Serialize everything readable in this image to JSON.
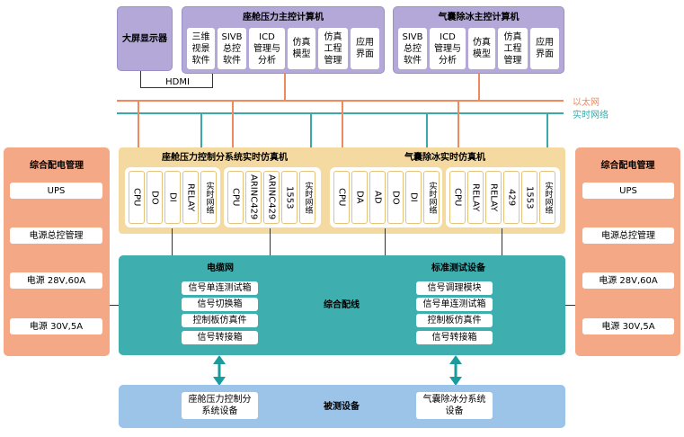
{
  "display": {
    "title": "大屏显示器",
    "hdmi": "HDMI"
  },
  "cabin_computer": {
    "title": "座舱压力主控计算机",
    "items": [
      "三维\n视景\n软件",
      "SIVB\n总控\n软件",
      "ICD\n管理与\n分析",
      "仿真\n模型",
      "仿真\n工程\n管理",
      "应用\n界面"
    ]
  },
  "deice_computer": {
    "title": "气囊除冰主控计算机",
    "items": [
      "SIVB\n总控\n软件",
      "ICD\n管理与\n分析",
      "仿真\n模型",
      "仿真\n工程\n管理",
      "应用\n界面"
    ]
  },
  "networks": {
    "ethernet": "以太网",
    "realtime": "实时网络"
  },
  "cabin_sim": {
    "title": "座舱压力控制分系统实时仿真机",
    "group1": [
      "CPU",
      "DO",
      "DI",
      "RELAY",
      "实时网络"
    ],
    "group2": [
      "CPU",
      "ARINC429",
      "ARINC429",
      "1553",
      "实时网络"
    ]
  },
  "deice_sim": {
    "title": "气囊除冰实时仿真机",
    "group1": [
      "CPU",
      "DA",
      "AD",
      "DO",
      "DI",
      "实时网络"
    ],
    "group2": [
      "CPU",
      "RELAY",
      "RELAY",
      "429",
      "1553",
      "实时网络"
    ]
  },
  "power_left": {
    "title": "综合配电管理",
    "items": [
      "UPS",
      "电源总控管理",
      "电源 28V,60A",
      "电源 30V,5A"
    ]
  },
  "power_right": {
    "title": "综合配电管理",
    "items": [
      "UPS",
      "电源总控管理",
      "电源 28V,60A",
      "电源 30V,5A"
    ]
  },
  "wiring": {
    "title": "综合配线",
    "cable_net": {
      "title": "电缆网",
      "items": [
        "信号单连测试箱",
        "信号切换箱",
        "控制板仿真件",
        "信号转接箱"
      ]
    },
    "std_test": {
      "title": "标准测试设备",
      "items": [
        "信号调理模块",
        "信号单连测试箱",
        "控制板仿真件",
        "信号转接箱"
      ]
    }
  },
  "tested": {
    "title": "被测设备",
    "left": "座舱压力控制分\n系统设备",
    "right": "气囊除冰分系统\n设备"
  },
  "colors": {
    "ethernet": "#f08a5d",
    "realtime": "#3aa9a9",
    "purple": "#b3a8d8",
    "yellow": "#f4d9a0",
    "salmon": "#f4a886",
    "teal": "#3eaeae",
    "light_blue": "#9cc4e8"
  }
}
